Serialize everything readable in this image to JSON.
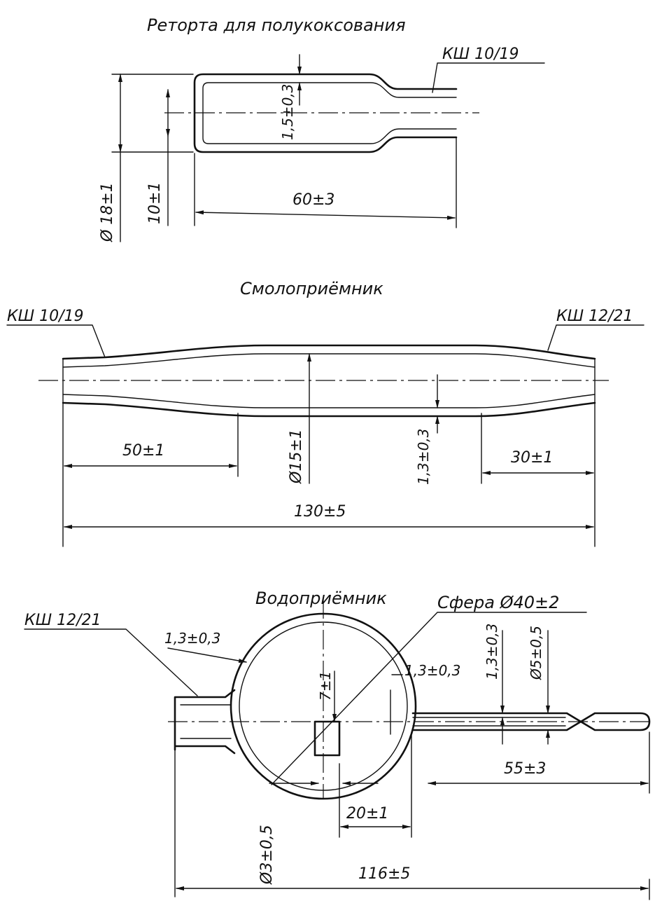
{
  "retort": {
    "title": "Реторта для полукоксования",
    "joint": "КШ 10/19",
    "dim_wall": "1,5±0,3",
    "dim_outer_dia": "Ø 18±1",
    "dim_inner_dia": "10±1",
    "dim_length": "60±3"
  },
  "tar_receiver": {
    "title": "Смолоприёмник",
    "joint_left": "КШ 10/19",
    "joint_right": "КШ 12/21",
    "dim_left_len": "50±1",
    "dim_dia": "Ø15±1",
    "dim_wall": "1,3±0,3",
    "dim_right_len": "30±1",
    "dim_total": "130±5"
  },
  "water_receiver": {
    "title": "Водоприёмник",
    "joint": "КШ 12/21",
    "sphere": "Сфера Ø40±2",
    "dim_wall_left": "1,3±0,3",
    "dim_wall_right": "1,3±0,3",
    "dim_inlet": "7±1",
    "dim_tube_wall": "1,3±0,3",
    "dim_tube_dia": "Ø5±0,5",
    "dim_tube_len": "55±3",
    "dim_stub_dia": "Ø3±0,5",
    "dim_stub_len": "20±1",
    "dim_total": "116±5"
  }
}
